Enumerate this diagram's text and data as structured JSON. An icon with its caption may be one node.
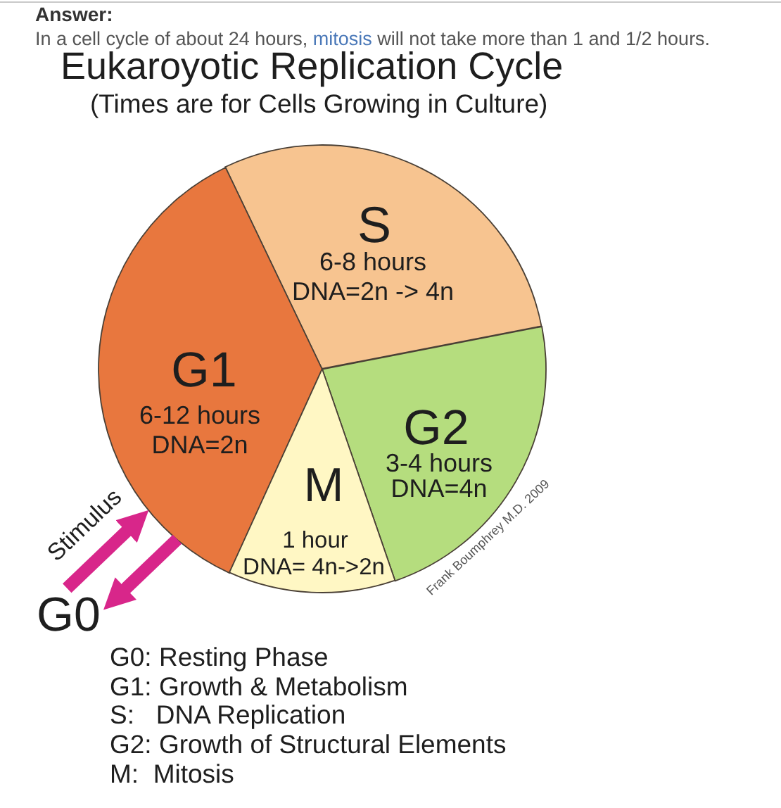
{
  "diagram": {
    "title": "Eukaroyotic Replication Cycle",
    "nodes": [
      {
        "text": [
          "S",
          "6-8 hours",
          "DNA=2n -> 4n"
        ]
      },
      {
        "text": [
          "G1",
          "6-12 hours",
          "DNA=2n"
        ]
      },
      {
        "text": [
          "G2",
          "3-4 hours",
          "DNA=4n"
        ]
      },
      {
        "text": [
          "M",
          "1 hour",
          "DNA= 4n->2n"
        ]
      },
      {
        "text": [
          "G0"
        ]
      }
    ],
    "edges": [
      {
        "from": 4,
        "to": 1,
        "arrow": "to",
        "label": "Stimulus"
      },
      {
        "from": 1,
        "to": 4,
        "arrow": "to"
      }
    ],
    "labels": [
      "Answer:",
      "In a cell cycle of about 24 hours,",
      "mitosis",
      "will not take more than 1 and 1/2 hours.",
      "(Times are for Cells Growing in Culture)",
      "Frank Boumphrey M.D. 2009",
      "G0: Resting Phase",
      "G1: Growth & Metabolism",
      "S:   DNA Replication",
      "G2: Growth of Structural Elements",
      "M:  Mitosis"
    ]
  }
}
